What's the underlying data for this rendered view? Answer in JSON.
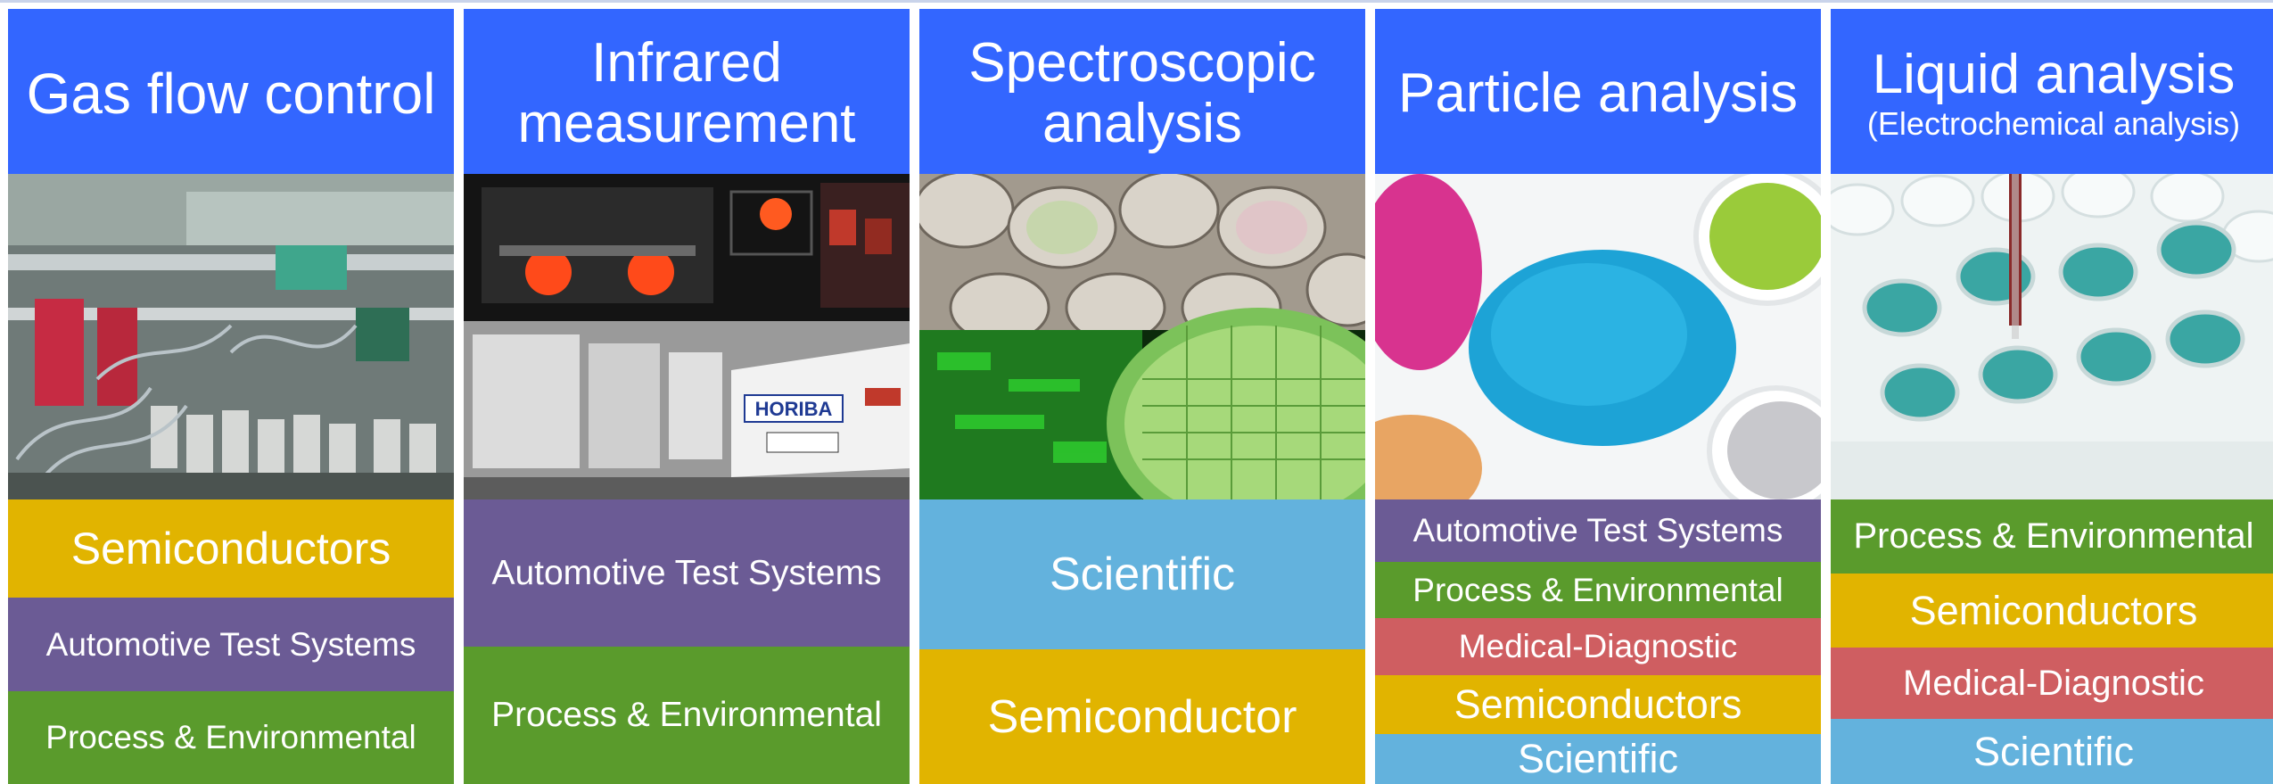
{
  "columns": [
    {
      "title_1": "Gas flow control",
      "title_2": "",
      "subtitle": "",
      "image": "gas-flow-control-equipment",
      "segments": [
        "Semiconductors",
        "Automotive Test Systems",
        "Process & Environmental"
      ]
    },
    {
      "title_1": "Infrared",
      "title_2": "measurement",
      "subtitle": "",
      "image": "infrared-measurement-collage",
      "badge": "HORIBA",
      "segments": [
        "Automotive Test Systems",
        "Process & Environmental"
      ]
    },
    {
      "title_1": "Spectroscopic",
      "title_2": "analysis",
      "subtitle": "",
      "image": "spectroscopic-wafers",
      "segments": [
        "Scientific",
        "Semiconductor"
      ]
    },
    {
      "title_1": "Particle analysis",
      "title_2": "",
      "subtitle": "",
      "image": "particle-granules",
      "segments": [
        "Automotive Test Systems",
        "Process & Environmental",
        "Medical-Diagnostic",
        "Semiconductors",
        "Scientific"
      ]
    },
    {
      "title_1": "Liquid analysis",
      "title_2": "",
      "subtitle": "(Electrochemical analysis)",
      "image": "liquid-well-plate",
      "segments": [
        "Process & Environmental",
        "Semiconductors",
        "Medical-Diagnostic",
        "Scientific"
      ]
    }
  ],
  "colors": {
    "header": "#3366ff",
    "semiconductors": "#e1b400",
    "automotive": "#6b5b95",
    "process": "#5a9b2c",
    "scientific": "#63b2dd",
    "medical": "#cf5e61"
  }
}
